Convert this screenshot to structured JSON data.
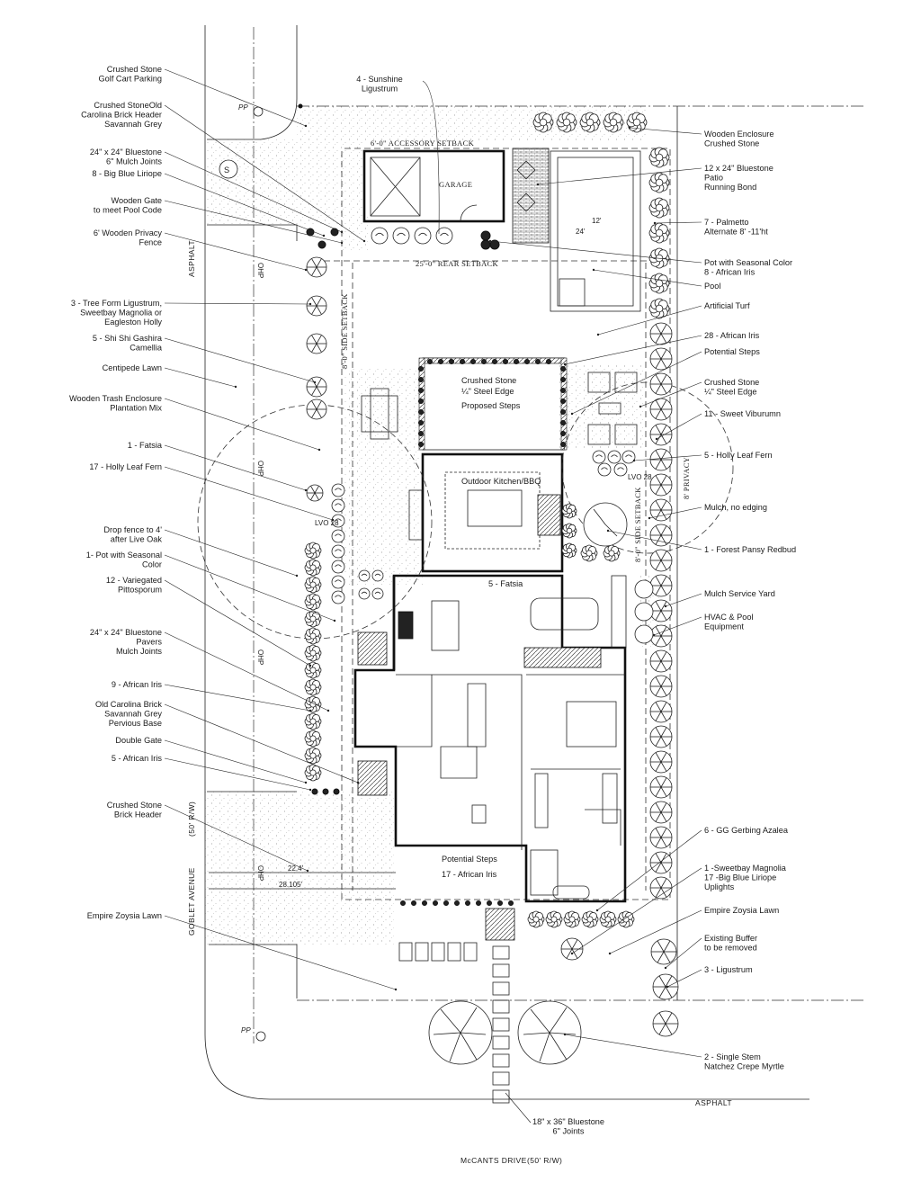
{
  "labels_left": [
    {
      "key": "crushed-stone-golf-cart",
      "lines": [
        "Crushed Stone",
        "Golf Cart Parking"
      ]
    },
    {
      "key": "crushed-stone-old-carolina",
      "lines": [
        "Crushed StoneOld",
        "Carolina Brick Header",
        "Savannah Grey"
      ]
    },
    {
      "key": "bluestone-24-top",
      "lines": [
        "24\" x 24\" Bluestone",
        "6\" Mulch Joints"
      ]
    },
    {
      "key": "big-blue-liriope",
      "lines": [
        "8 - Big Blue Liriope"
      ]
    },
    {
      "key": "wooden-gate",
      "lines": [
        "Wooden Gate",
        "to meet Pool Code"
      ]
    },
    {
      "key": "wooden-privacy-fence",
      "lines": [
        "6' Wooden Privacy",
        "Fence"
      ]
    },
    {
      "key": "tree-form-ligustrum",
      "lines": [
        "3 - Tree Form Ligustrum,",
        "Sweetbay Magnolia or",
        "Eagleston Holly"
      ]
    },
    {
      "key": "shi-shi-gashira",
      "lines": [
        "5 - Shi Shi Gashira",
        "Camellia"
      ]
    },
    {
      "key": "centipede-lawn",
      "lines": [
        "Centipede Lawn"
      ]
    },
    {
      "key": "wooden-trash-enclosure",
      "lines": [
        "Wooden Trash Enclosure",
        "Plantation Mix"
      ]
    },
    {
      "key": "fatsia-1",
      "lines": [
        "1 - Fatsia"
      ]
    },
    {
      "key": "holly-leaf-fern-17",
      "lines": [
        "17 - Holly Leaf Fern"
      ]
    },
    {
      "key": "drop-fence",
      "lines": [
        "Drop fence to 4'",
        "after Live Oak"
      ]
    },
    {
      "key": "pot-seasonal-left",
      "lines": [
        "1- Pot with Seasonal",
        "Color"
      ]
    },
    {
      "key": "variegated-pittosporum",
      "lines": [
        "12 - Variegated",
        "Pittosporum"
      ]
    },
    {
      "key": "bluestone-pavers",
      "lines": [
        "24\" x 24\" Bluestone",
        "Pavers",
        "Mulch Joints"
      ]
    },
    {
      "key": "african-iris-9",
      "lines": [
        "9 - African Iris"
      ]
    },
    {
      "key": "old-carolina-brick",
      "lines": [
        "Old Carolina Brick",
        "Savannah Grey",
        "Pervious Base"
      ]
    },
    {
      "key": "double-gate",
      "lines": [
        "Double Gate"
      ]
    },
    {
      "key": "african-iris-5-left",
      "lines": [
        "5 - African Iris"
      ]
    },
    {
      "key": "crushed-stone-brick-header",
      "lines": [
        "Crushed Stone",
        "Brick Header"
      ]
    },
    {
      "key": "empire-zoysia-left",
      "lines": [
        "Empire Zoysia Lawn"
      ]
    }
  ],
  "labels_right": [
    {
      "key": "wooden-enclosure",
      "lines": [
        "Wooden Enclosure",
        "Crushed Stone"
      ]
    },
    {
      "key": "bluestone-patio",
      "lines": [
        "12 x 24\" Bluestone",
        "Patio",
        "Running Bond"
      ]
    },
    {
      "key": "palmetto",
      "lines": [
        "7 - Palmetto",
        "Alternate 8' -11'ht"
      ]
    },
    {
      "key": "pot-seasonal-right",
      "lines": [
        "Pot with Seasonal Color",
        "8 - African Iris"
      ]
    },
    {
      "key": "pool",
      "lines": [
        "Pool"
      ]
    },
    {
      "key": "artificial-turf",
      "lines": [
        "Artificial Turf"
      ]
    },
    {
      "key": "african-iris-28",
      "lines": [
        "28 - African Iris"
      ]
    },
    {
      "key": "potential-steps-top",
      "lines": [
        "Potential Steps"
      ]
    },
    {
      "key": "crushed-stone-steel-right",
      "lines": [
        "Crushed Stone",
        "¼\" Steel Edge"
      ]
    },
    {
      "key": "sweet-viburnum",
      "lines": [
        "11 - Sweet Viburumn"
      ]
    },
    {
      "key": "holly-leaf-fern-5",
      "lines": [
        "5 - Holly Leaf Fern"
      ]
    },
    {
      "key": "mulch-no-edging",
      "lines": [
        "Mulch, no edging"
      ]
    },
    {
      "key": "forest-pansy",
      "lines": [
        "1 - Forest Pansy Redbud"
      ]
    },
    {
      "key": "mulch-service-yard",
      "lines": [
        "Mulch Service Yard"
      ]
    },
    {
      "key": "hvac-pool",
      "lines": [
        "HVAC & Pool",
        "Equipment"
      ]
    },
    {
      "key": "gg-gerbing",
      "lines": [
        "6 - GG Gerbing Azalea"
      ]
    },
    {
      "key": "sweetbay-magnolia",
      "lines": [
        "1 -Sweetbay Magnolia",
        "17 -Big Blue Liriope",
        "Uplights"
      ]
    },
    {
      "key": "empire-zoysia-right",
      "lines": [
        "Empire Zoysia Lawn"
      ]
    },
    {
      "key": "existing-buffer",
      "lines": [
        "Existing Buffer",
        "to be removed"
      ]
    },
    {
      "key": "ligustrum-3",
      "lines": [
        "3 - Ligustrum"
      ]
    },
    {
      "key": "crepe-myrtle",
      "lines": [
        "2 - Single Stem",
        "Natchez Crepe Myrtle"
      ]
    }
  ],
  "labels_top": {
    "sunshine_ligustrum": [
      "4 - Sunshine",
      "Ligustrum"
    ]
  },
  "labels_interior": {
    "garage": "GARAGE",
    "accessory_setback": "6'-0\" ACCESSORY SETBACK",
    "rear_setback": "25'-0\" REAR SETBACK",
    "side_setback_left": "8'-0\" SIDE SETBACK",
    "side_setback_right": "8'-0\" SIDE SETBACK",
    "privacy": "8' PRIVACY",
    "crushed_stone_steel": [
      "Crushed Stone",
      "¼\" Steel Edge"
    ],
    "proposed_steps": "Proposed Steps",
    "outdoor_kitchen": "Outdoor Kitchen/BBQ",
    "fatsia_5": "5 - Fatsia",
    "potential_steps_bottom": "Potential Steps",
    "african_iris_17": "17 - African Iris",
    "pool_dim_w": "12'",
    "pool_dim_l": "24'",
    "dim_22": "22.4'",
    "dim_28": "28.105'",
    "lvo_28_left": "LVO 28",
    "lvo_28_right": "LVO 28",
    "ohp": "OHP",
    "pp": "PP",
    "s_symbol": "S"
  },
  "streets": {
    "asphalt_left": "ASPHALT",
    "goblet_avenue": "GOBLET AVENUE",
    "goblet_rw": "(50' R/W)",
    "asphalt_bottom": "ASPHALT",
    "mccants_drive": "McCANTS DRIVE",
    "mccants_rw": "(50' R/W)"
  },
  "labels_bottom": {
    "bluestone_18": [
      "18\" x 36\" Bluestone",
      "6\" Joints"
    ]
  }
}
